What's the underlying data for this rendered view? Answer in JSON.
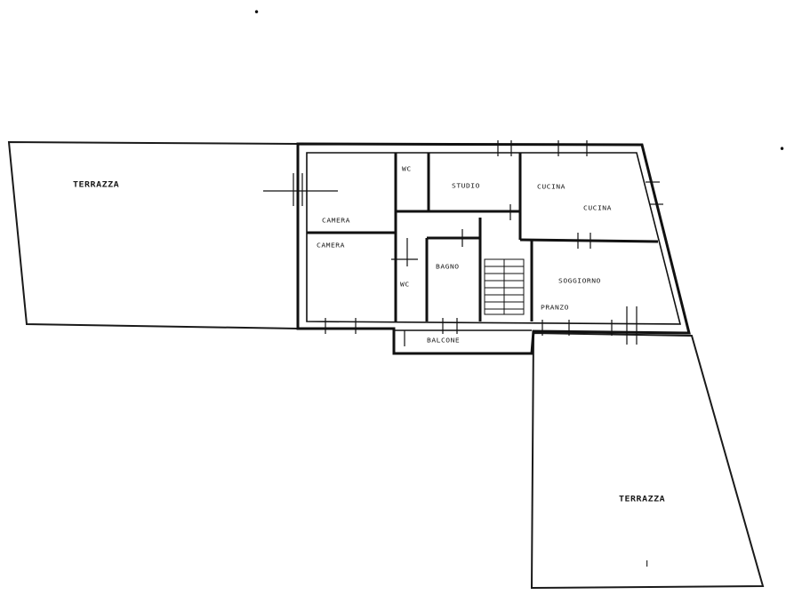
{
  "plan": {
    "rooms": {
      "terrace_west": "TERRAZZA",
      "terrace_south": "TERRAZZA",
      "bedroom_upper": "CAMERA",
      "bedroom_lower": "CAMERA",
      "wc_small": "WC",
      "study": "STUDIO",
      "kitchen_label_a": "CUCINA",
      "kitchen_label_b": "CUCINA",
      "living": "SOGGIORNO",
      "living_sub": "PRANZO",
      "wc_hall": "WC",
      "bathroom": "BAGNO",
      "balcony": "BALCONE"
    },
    "marks": {
      "top_dot": "•",
      "right_dot": "•",
      "terrace_mark": "ı"
    }
  }
}
